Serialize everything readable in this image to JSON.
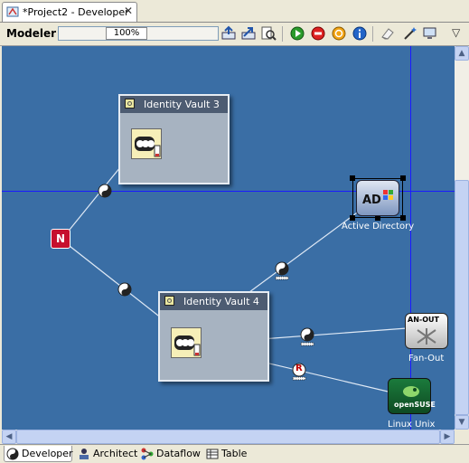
{
  "editor": {
    "tab_title": "*Project2 - Developer",
    "close_glyph": "✕"
  },
  "toolbar": {
    "title": "Modeler",
    "zoom": "100%",
    "icons": [
      "deploy-icon",
      "export-icon",
      "find-icon",
      "run-icon",
      "stop-icon",
      "refresh-icon",
      "info-icon",
      "eraser-icon",
      "wand-icon",
      "monitor-icon"
    ],
    "menu_glyph": "▽"
  },
  "canvas": {
    "background": "#3a6ea5",
    "vaults": [
      {
        "title": "Identity Vault 3"
      },
      {
        "title": "Identity Vault 4"
      }
    ],
    "applications": [
      {
        "label": "Active Directory",
        "badge": "AD"
      },
      {
        "label": "Fan-Out",
        "badge": "AN-OUT"
      },
      {
        "label": "Linux Unix",
        "badge": "openSUSE"
      }
    ],
    "connector_badge": "N",
    "driver_badge_r": "R"
  },
  "scrollbars": {
    "left": "◀",
    "right": "▶",
    "up": "▲",
    "down": "▼"
  },
  "view_tabs": [
    {
      "label": "Developer"
    },
    {
      "label": "Architect"
    },
    {
      "label": "Dataflow"
    },
    {
      "label": "Table"
    }
  ]
}
